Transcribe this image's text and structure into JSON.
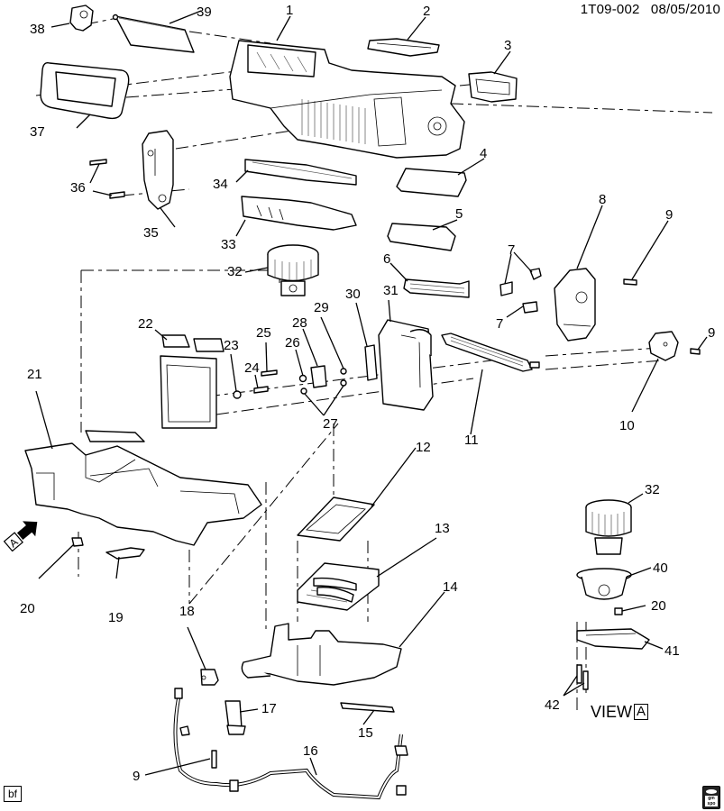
{
  "header": {
    "diagram_id": "1T09-002",
    "date": "08/05/2010"
  },
  "footer": {
    "corner_tag": "bf",
    "logo_label": "gm spo"
  },
  "view_label": {
    "text": "VIEW",
    "ref": "A"
  },
  "view_arrow": {
    "ref": "A"
  },
  "callouts": [
    {
      "id": "c1",
      "label": "1"
    },
    {
      "id": "c2",
      "label": "2"
    },
    {
      "id": "c3",
      "label": "3"
    },
    {
      "id": "c4",
      "label": "4"
    },
    {
      "id": "c5",
      "label": "5"
    },
    {
      "id": "c6",
      "label": "6"
    },
    {
      "id": "c7a",
      "label": "7"
    },
    {
      "id": "c7b",
      "label": "7"
    },
    {
      "id": "c8",
      "label": "8"
    },
    {
      "id": "c9a",
      "label": "9"
    },
    {
      "id": "c9b",
      "label": "9"
    },
    {
      "id": "c9c",
      "label": "9"
    },
    {
      "id": "c10",
      "label": "10"
    },
    {
      "id": "c11",
      "label": "11"
    },
    {
      "id": "c12",
      "label": "12"
    },
    {
      "id": "c13",
      "label": "13"
    },
    {
      "id": "c14",
      "label": "14"
    },
    {
      "id": "c15",
      "label": "15"
    },
    {
      "id": "c16",
      "label": "16"
    },
    {
      "id": "c17",
      "label": "17"
    },
    {
      "id": "c18",
      "label": "18"
    },
    {
      "id": "c19",
      "label": "19"
    },
    {
      "id": "c20a",
      "label": "20"
    },
    {
      "id": "c20b",
      "label": "20"
    },
    {
      "id": "c21",
      "label": "21"
    },
    {
      "id": "c22",
      "label": "22"
    },
    {
      "id": "c23",
      "label": "23"
    },
    {
      "id": "c24",
      "label": "24"
    },
    {
      "id": "c25",
      "label": "25"
    },
    {
      "id": "c26",
      "label": "26"
    },
    {
      "id": "c27",
      "label": "27"
    },
    {
      "id": "c28",
      "label": "28"
    },
    {
      "id": "c29",
      "label": "29"
    },
    {
      "id": "c30",
      "label": "30"
    },
    {
      "id": "c31",
      "label": "31"
    },
    {
      "id": "c32a",
      "label": "32"
    },
    {
      "id": "c32b",
      "label": "32"
    },
    {
      "id": "c33",
      "label": "33"
    },
    {
      "id": "c34",
      "label": "34"
    },
    {
      "id": "c35",
      "label": "35"
    },
    {
      "id": "c36",
      "label": "36"
    },
    {
      "id": "c37",
      "label": "37"
    },
    {
      "id": "c38",
      "label": "38"
    },
    {
      "id": "c39",
      "label": "39"
    },
    {
      "id": "c40",
      "label": "40"
    },
    {
      "id": "c41",
      "label": "41"
    },
    {
      "id": "c42",
      "label": "42"
    }
  ]
}
